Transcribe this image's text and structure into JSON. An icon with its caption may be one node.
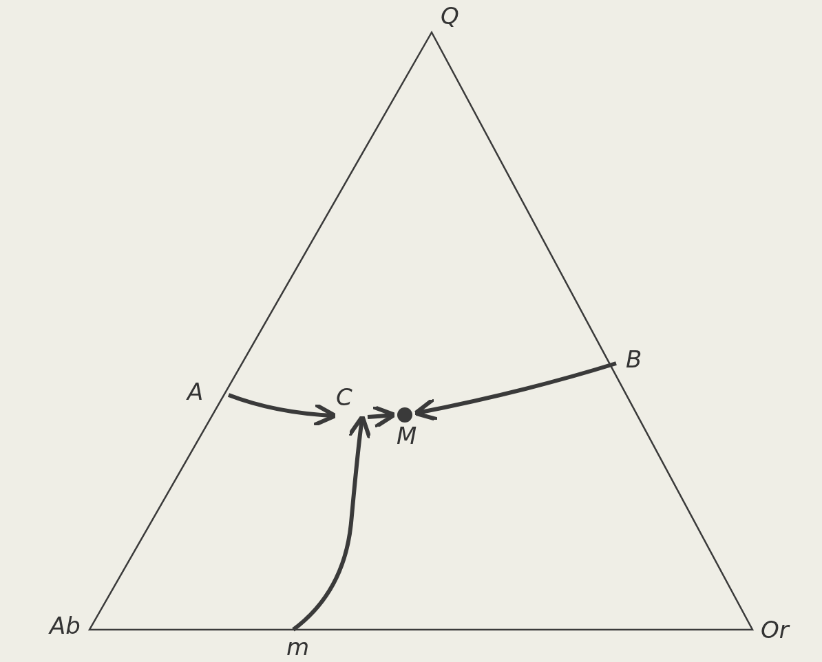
{
  "diagram": {
    "nodes": [
      {
        "text": [
          "A"
        ]
      },
      {
        "text": [
          "B"
        ]
      },
      {
        "text": [
          "C"
        ]
      },
      {
        "text": [
          "M"
        ]
      },
      {
        "text": [
          "m"
        ]
      }
    ],
    "edges": [
      {
        "from": 0,
        "to": 2,
        "arrow": "to"
      },
      {
        "from": 4,
        "to": 2,
        "arrow": "to"
      },
      {
        "from": 1,
        "to": 3,
        "arrow": "to"
      },
      {
        "from": 2,
        "to": 3,
        "arrow": "to"
      }
    ],
    "labels": [
      "Q",
      "Ab",
      "Or"
    ]
  }
}
